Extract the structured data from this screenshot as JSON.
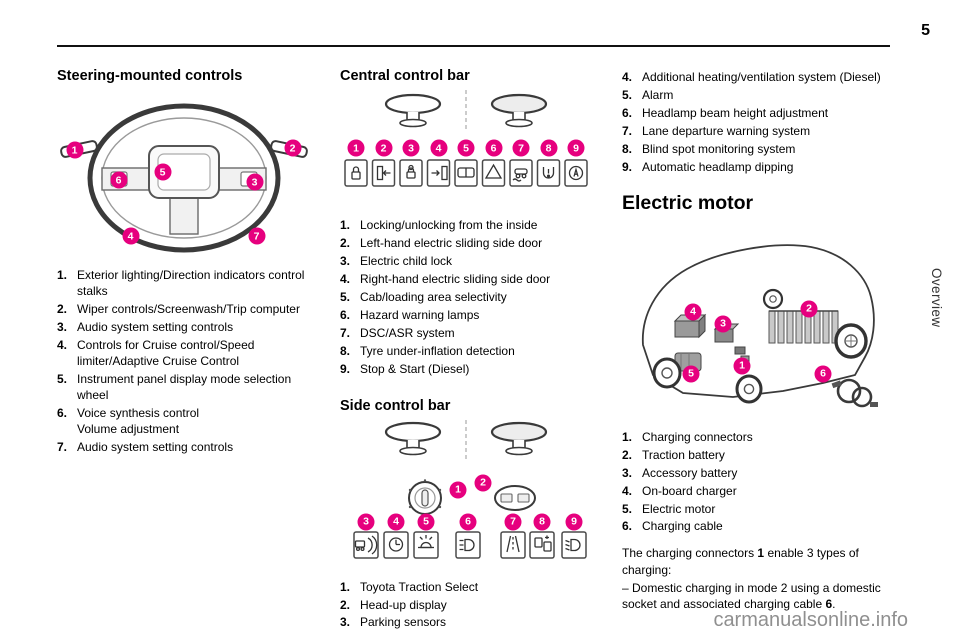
{
  "page": {
    "number": "5",
    "side_tab": "Overview",
    "watermark": "carmanualsonline.info"
  },
  "colors": {
    "accent": "#e6007e",
    "text": "#000000",
    "line": "#3a3a3a",
    "watermark": "#8f8f8f"
  },
  "steering_section": {
    "title": "Steering-mounted controls",
    "callouts": [
      "1",
      "2",
      "3",
      "4",
      "5",
      "6",
      "7"
    ],
    "items": [
      {
        "label": "1.",
        "text": "Exterior lighting/Direction indicators control stalks"
      },
      {
        "label": "2.",
        "text": "Wiper controls/Screenwash/Trip computer"
      },
      {
        "label": "3.",
        "text": "Audio system setting controls"
      },
      {
        "label": "4.",
        "text": "Controls for Cruise control/Speed limiter/Adaptive Cruise Control"
      },
      {
        "label": "5.",
        "text": "Instrument panel display mode selection wheel"
      },
      {
        "label": "6.",
        "text": "Voice synthesis control\nVolume adjustment"
      },
      {
        "label": "7.",
        "text": "Audio system setting controls"
      }
    ]
  },
  "central_section": {
    "title": "Central control bar",
    "callouts": [
      "1",
      "2",
      "3",
      "4",
      "5",
      "6",
      "7",
      "8",
      "9"
    ],
    "icons": [
      "lock-icon",
      "left-sliding-door-icon",
      "child-lock-icon",
      "right-sliding-door-icon",
      "cab-selectivity-icon",
      "hazard-warning-icon",
      "dsc-asr-icon",
      "tyre-inflation-icon",
      "stop-start-icon"
    ],
    "items": [
      {
        "label": "1.",
        "text": "Locking/unlocking from the inside"
      },
      {
        "label": "2.",
        "text": "Left-hand electric sliding side door"
      },
      {
        "label": "3.",
        "text": "Electric child lock"
      },
      {
        "label": "4.",
        "text": "Right-hand electric sliding side door"
      },
      {
        "label": "5.",
        "text": "Cab/loading area selectivity"
      },
      {
        "label": "6.",
        "text": "Hazard warning lamps"
      },
      {
        "label": "7.",
        "text": "DSC/ASR system"
      },
      {
        "label": "8.",
        "text": "Tyre under-inflation detection"
      },
      {
        "label": "9.",
        "text": "Stop & Start (Diesel)"
      }
    ]
  },
  "side_section": {
    "title": "Side control bar",
    "dial_callouts": [
      "1",
      "2"
    ],
    "callouts": [
      "3",
      "4",
      "5",
      "6",
      "7",
      "8",
      "9"
    ],
    "icons": [
      "parking-sensors-icon",
      "heating-timer-icon",
      "alarm-icon",
      "headlamp-height-icon",
      "lane-departure-icon",
      "blind-spot-icon",
      "headlamp-dipping-icon"
    ],
    "items": [
      {
        "label": "1.",
        "text": "Toyota Traction Select"
      },
      {
        "label": "2.",
        "text": "Head-up display"
      },
      {
        "label": "3.",
        "text": "Parking sensors"
      }
    ]
  },
  "side_section_cont": {
    "items": [
      {
        "label": "4.",
        "text": "Additional heating/ventilation system (Diesel)"
      },
      {
        "label": "5.",
        "text": "Alarm"
      },
      {
        "label": "6.",
        "text": "Headlamp beam height adjustment"
      },
      {
        "label": "7.",
        "text": "Lane departure warning system"
      },
      {
        "label": "8.",
        "text": "Blind spot monitoring system"
      },
      {
        "label": "9.",
        "text": "Automatic headlamp dipping"
      }
    ]
  },
  "electric_section": {
    "title": "Electric motor",
    "callouts": [
      "1",
      "2",
      "3",
      "4",
      "5",
      "6"
    ],
    "items": [
      {
        "label": "1.",
        "text": "Charging connectors"
      },
      {
        "label": "2.",
        "text": "Traction battery"
      },
      {
        "label": "3.",
        "text": "Accessory battery"
      },
      {
        "label": "4.",
        "text": "On-board charger"
      },
      {
        "label": "5.",
        "text": "Electric motor"
      },
      {
        "label": "6.",
        "text": "Charging cable"
      }
    ],
    "para1": {
      "pre": "The charging connectors ",
      "bold": "1",
      "post": " enable 3 types of charging:"
    },
    "para2": {
      "pre": "– Domestic charging in mode 2 using a domestic socket and associated charging cable ",
      "bold": "6",
      "post": "."
    }
  }
}
